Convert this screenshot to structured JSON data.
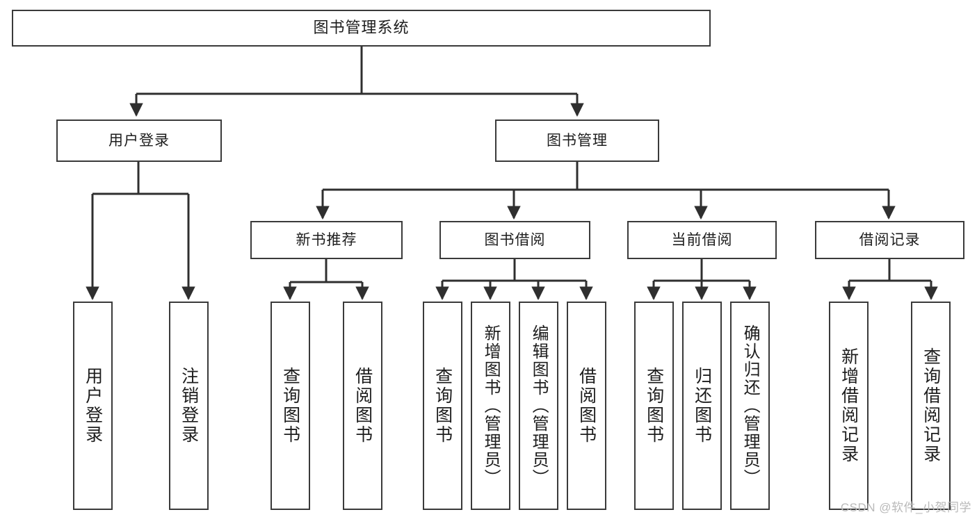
{
  "diagram": {
    "title": "图书管理系统",
    "type": "tree-hierarchy-diagram",
    "watermark": "CSDN @软件_小贺同学",
    "style": {
      "box_border_color": "#3a3a3a",
      "box_fill_color": "#ffffff",
      "line_color": "#2f2f2f",
      "text_color": "#1d1d1d",
      "background": "#ffffff"
    }
  },
  "nodes": {
    "root": {
      "label": "图书管理系统"
    },
    "level2": [
      {
        "id": "user-login",
        "label": "用户登录"
      },
      {
        "id": "book-management",
        "label": "图书管理"
      }
    ],
    "level3": [
      {
        "id": "new-book-recommend",
        "label": "新书推荐"
      },
      {
        "id": "book-borrow",
        "label": "图书借阅"
      },
      {
        "id": "current-borrow",
        "label": "当前借阅"
      },
      {
        "id": "borrow-record",
        "label": "借阅记录"
      }
    ],
    "leaves": {
      "user_login": [
        {
          "id": "leaf-user-login",
          "label": "用户登录"
        },
        {
          "id": "leaf-logout",
          "label": "注销登录"
        }
      ],
      "new_book_recommend": [
        {
          "id": "leaf-query-book-1",
          "label": "查询图书"
        },
        {
          "id": "leaf-borrow-book-1",
          "label": "借阅图书"
        }
      ],
      "book_borrow": [
        {
          "id": "leaf-query-book-2",
          "label": "查询图书"
        },
        {
          "id": "leaf-add-book",
          "label": "新增图书（管理员）"
        },
        {
          "id": "leaf-edit-book",
          "label": "编辑图书（管理员）"
        },
        {
          "id": "leaf-borrow-book-2",
          "label": "借阅图书"
        }
      ],
      "current_borrow": [
        {
          "id": "leaf-query-book-3",
          "label": "查询图书"
        },
        {
          "id": "leaf-return-book",
          "label": "归还图书"
        },
        {
          "id": "leaf-confirm-return",
          "label": "确认归还（管理员）"
        }
      ],
      "borrow_record": [
        {
          "id": "leaf-add-record",
          "label": "新增借阅记录"
        },
        {
          "id": "leaf-query-record",
          "label": "查询借阅记录"
        }
      ]
    }
  }
}
